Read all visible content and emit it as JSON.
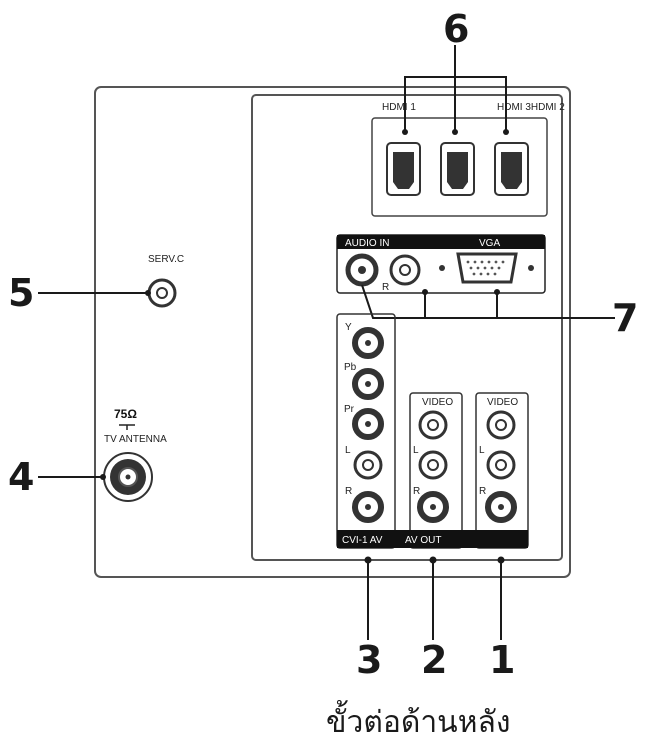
{
  "callouts": {
    "n1": "1",
    "n2": "2",
    "n3": "3",
    "n4": "4",
    "n5": "5",
    "n6": "6",
    "n7": "7"
  },
  "labels": {
    "hdmi1": "HDMI 1",
    "hdmi32": "HDMI 3HDMI 2",
    "audio_in": "AUDIO IN",
    "vga": "VGA",
    "audio_r": "R",
    "serv_c": "SERV.C",
    "antenna_ohm": "75Ω",
    "antenna": "TV ANTENNA",
    "cvi_y": "Y",
    "cvi_pb": "Pb",
    "cvi_pr": "Pr",
    "cvi_l": "L",
    "cvi_r": "R",
    "av_video": "VIDEO",
    "av_l": "L",
    "av_r": "R",
    "v1_video": "VIDEO",
    "v1_l": "L",
    "v1_r": "R",
    "cvi_bar": "CVI-1 AV",
    "av_bar": "AV OUT"
  },
  "caption": "ขั้วต่อด้านหลัง",
  "colors": {
    "ink": "#1a1a1a",
    "panel": "#444444",
    "bar": "#111111"
  }
}
